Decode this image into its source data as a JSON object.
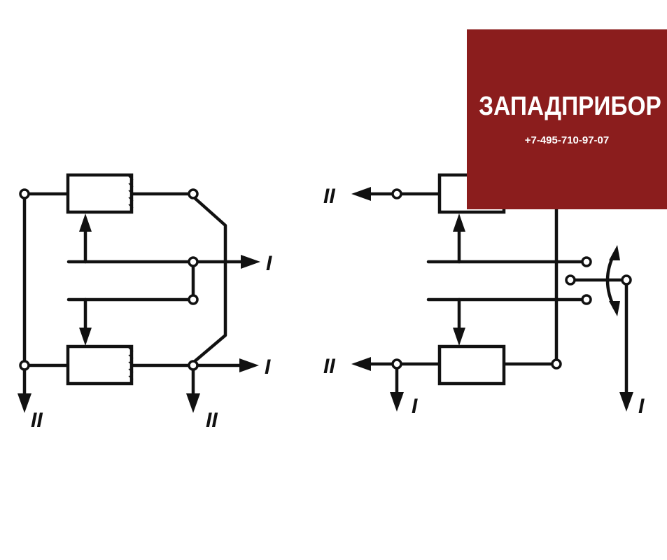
{
  "logo": {
    "name": "ЗАПАДПРИБОР",
    "phone": "+7-495-710-97-07",
    "background_color": "#8b1d1d",
    "text_color": "#ffffff"
  },
  "diagram": {
    "labels": {
      "roman_1": "I",
      "roman_2": "II"
    }
  }
}
